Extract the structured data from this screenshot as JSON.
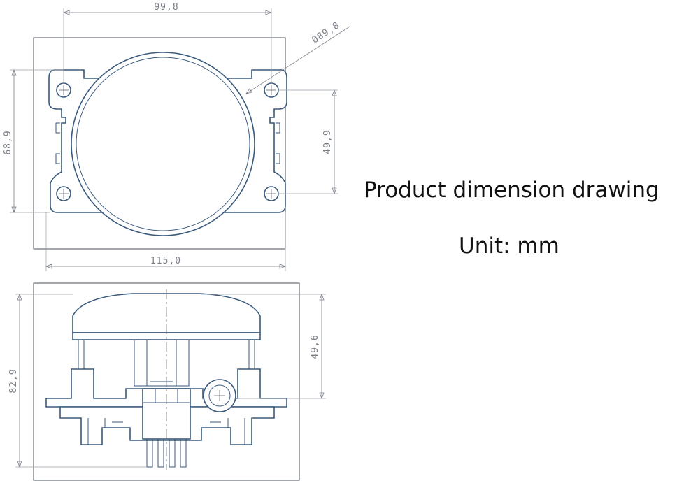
{
  "caption": {
    "title": "Product dimension drawing",
    "unit": "Unit: mm"
  },
  "front_view": {
    "dim_top": "99,8",
    "dim_diameter": "Ø89,8",
    "dim_left": "68,9",
    "dim_right": "49,9",
    "dim_bottom": "115,0"
  },
  "side_view": {
    "dim_left": "82,9",
    "dim_right": "49,6"
  },
  "colors": {
    "outline": "#3a5a7d",
    "dimension": "#7a7f88",
    "frame": "#4a4f57"
  }
}
